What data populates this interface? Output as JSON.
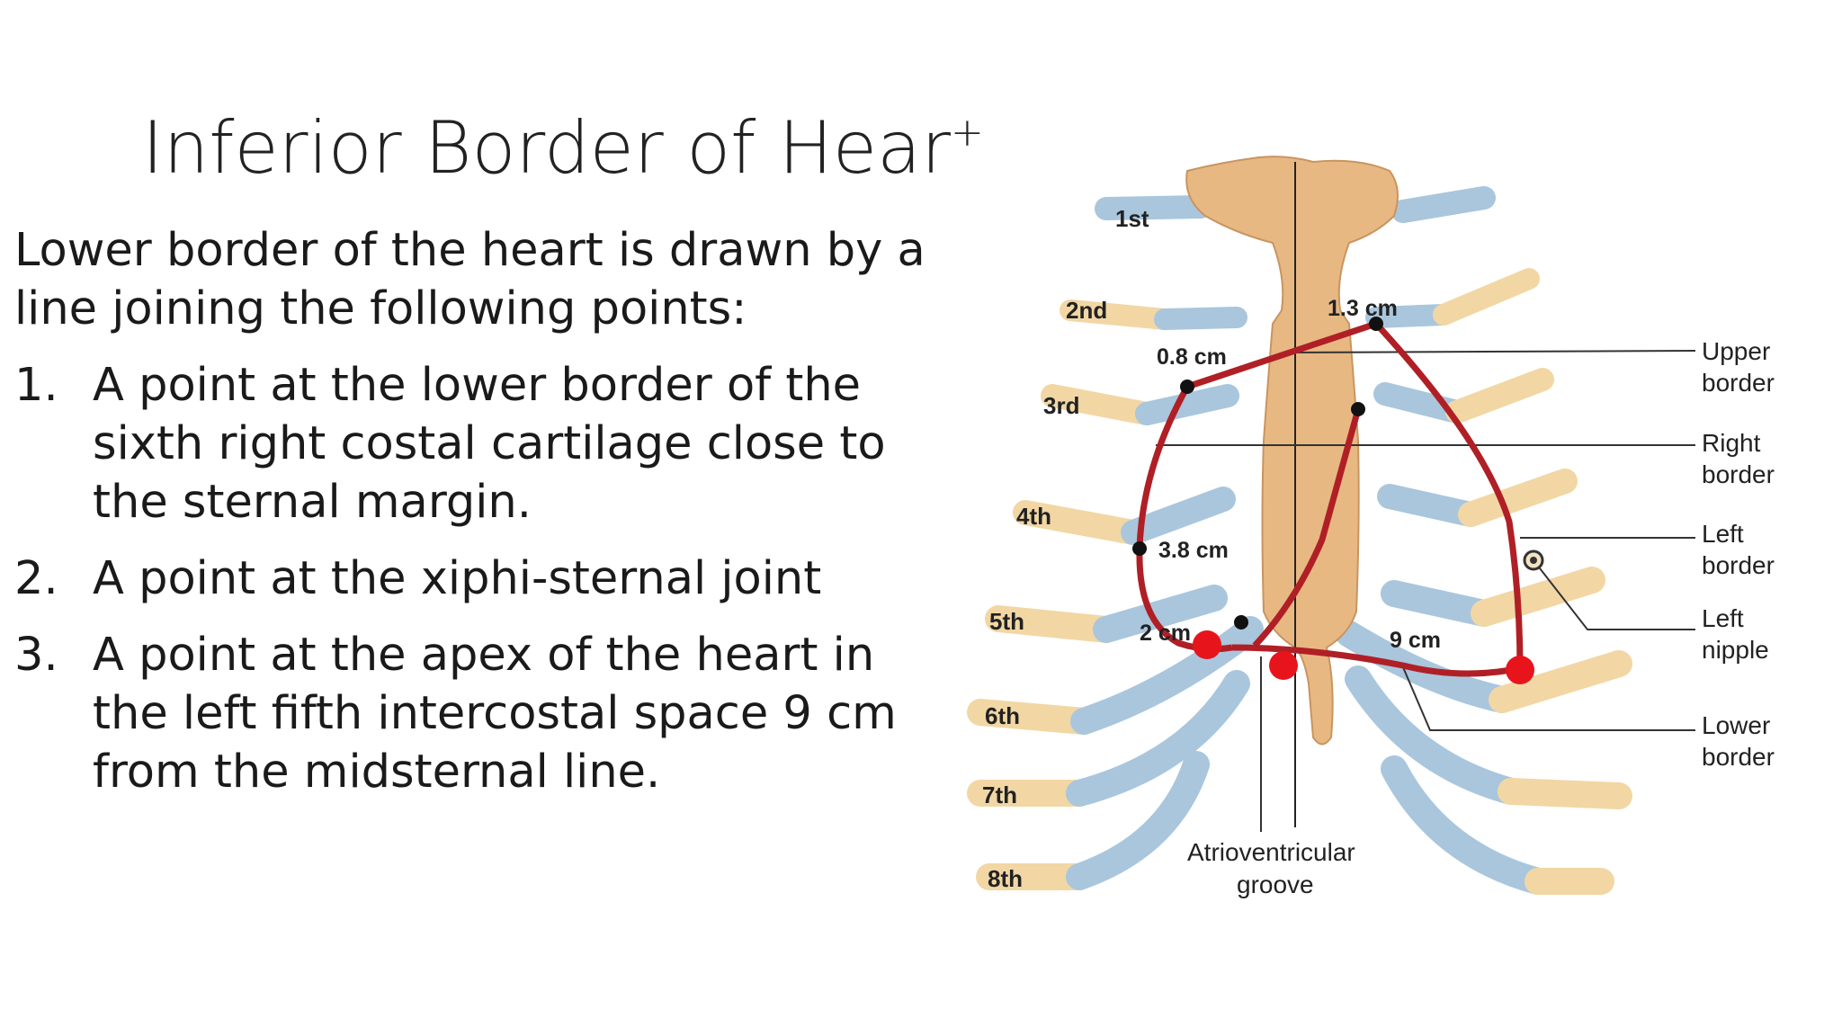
{
  "slide": {
    "title": "Inferior Border of Hear",
    "title_mark": "+",
    "intro": "Lower border of the heart is drawn by a line joining the following points:",
    "points": [
      {
        "num": "1.",
        "text": "A point at the lower border of the sixth right costal cartilage close to the sternal margin."
      },
      {
        "num": "2.",
        "text": "A point at the xiphi-sternal joint"
      },
      {
        "num": "3.",
        "text": "A point at the apex of the heart in the left fifth intercostal space 9 cm from the midsternal line."
      }
    ]
  },
  "diagram": {
    "rib_labels": [
      "1st",
      "2nd",
      "3rd",
      "4th",
      "5th",
      "6th",
      "7th",
      "8th"
    ],
    "measurements": {
      "m_1_3": "1.3 cm",
      "m_0_8": "0.8 cm",
      "m_3_8": "3.8 cm",
      "m_2": "2 cm",
      "m_9": "9 cm"
    },
    "side_labels": {
      "upper_1": "Upper",
      "upper_2": "border",
      "right_1": "Right",
      "right_2": "border",
      "left_1": "Left",
      "left_2": "border",
      "nipple_1": "Left",
      "nipple_2": "nipple",
      "lower_1": "Lower",
      "lower_2": "border"
    },
    "groove_1": "Atrioventricular",
    "groove_2": "groove",
    "colors": {
      "bone": "#f2d7a4",
      "cartilage": "#a9c6dd",
      "sternum": "#e8b883",
      "heart_border": "#b01f26",
      "key_point": "#e8141c"
    }
  }
}
